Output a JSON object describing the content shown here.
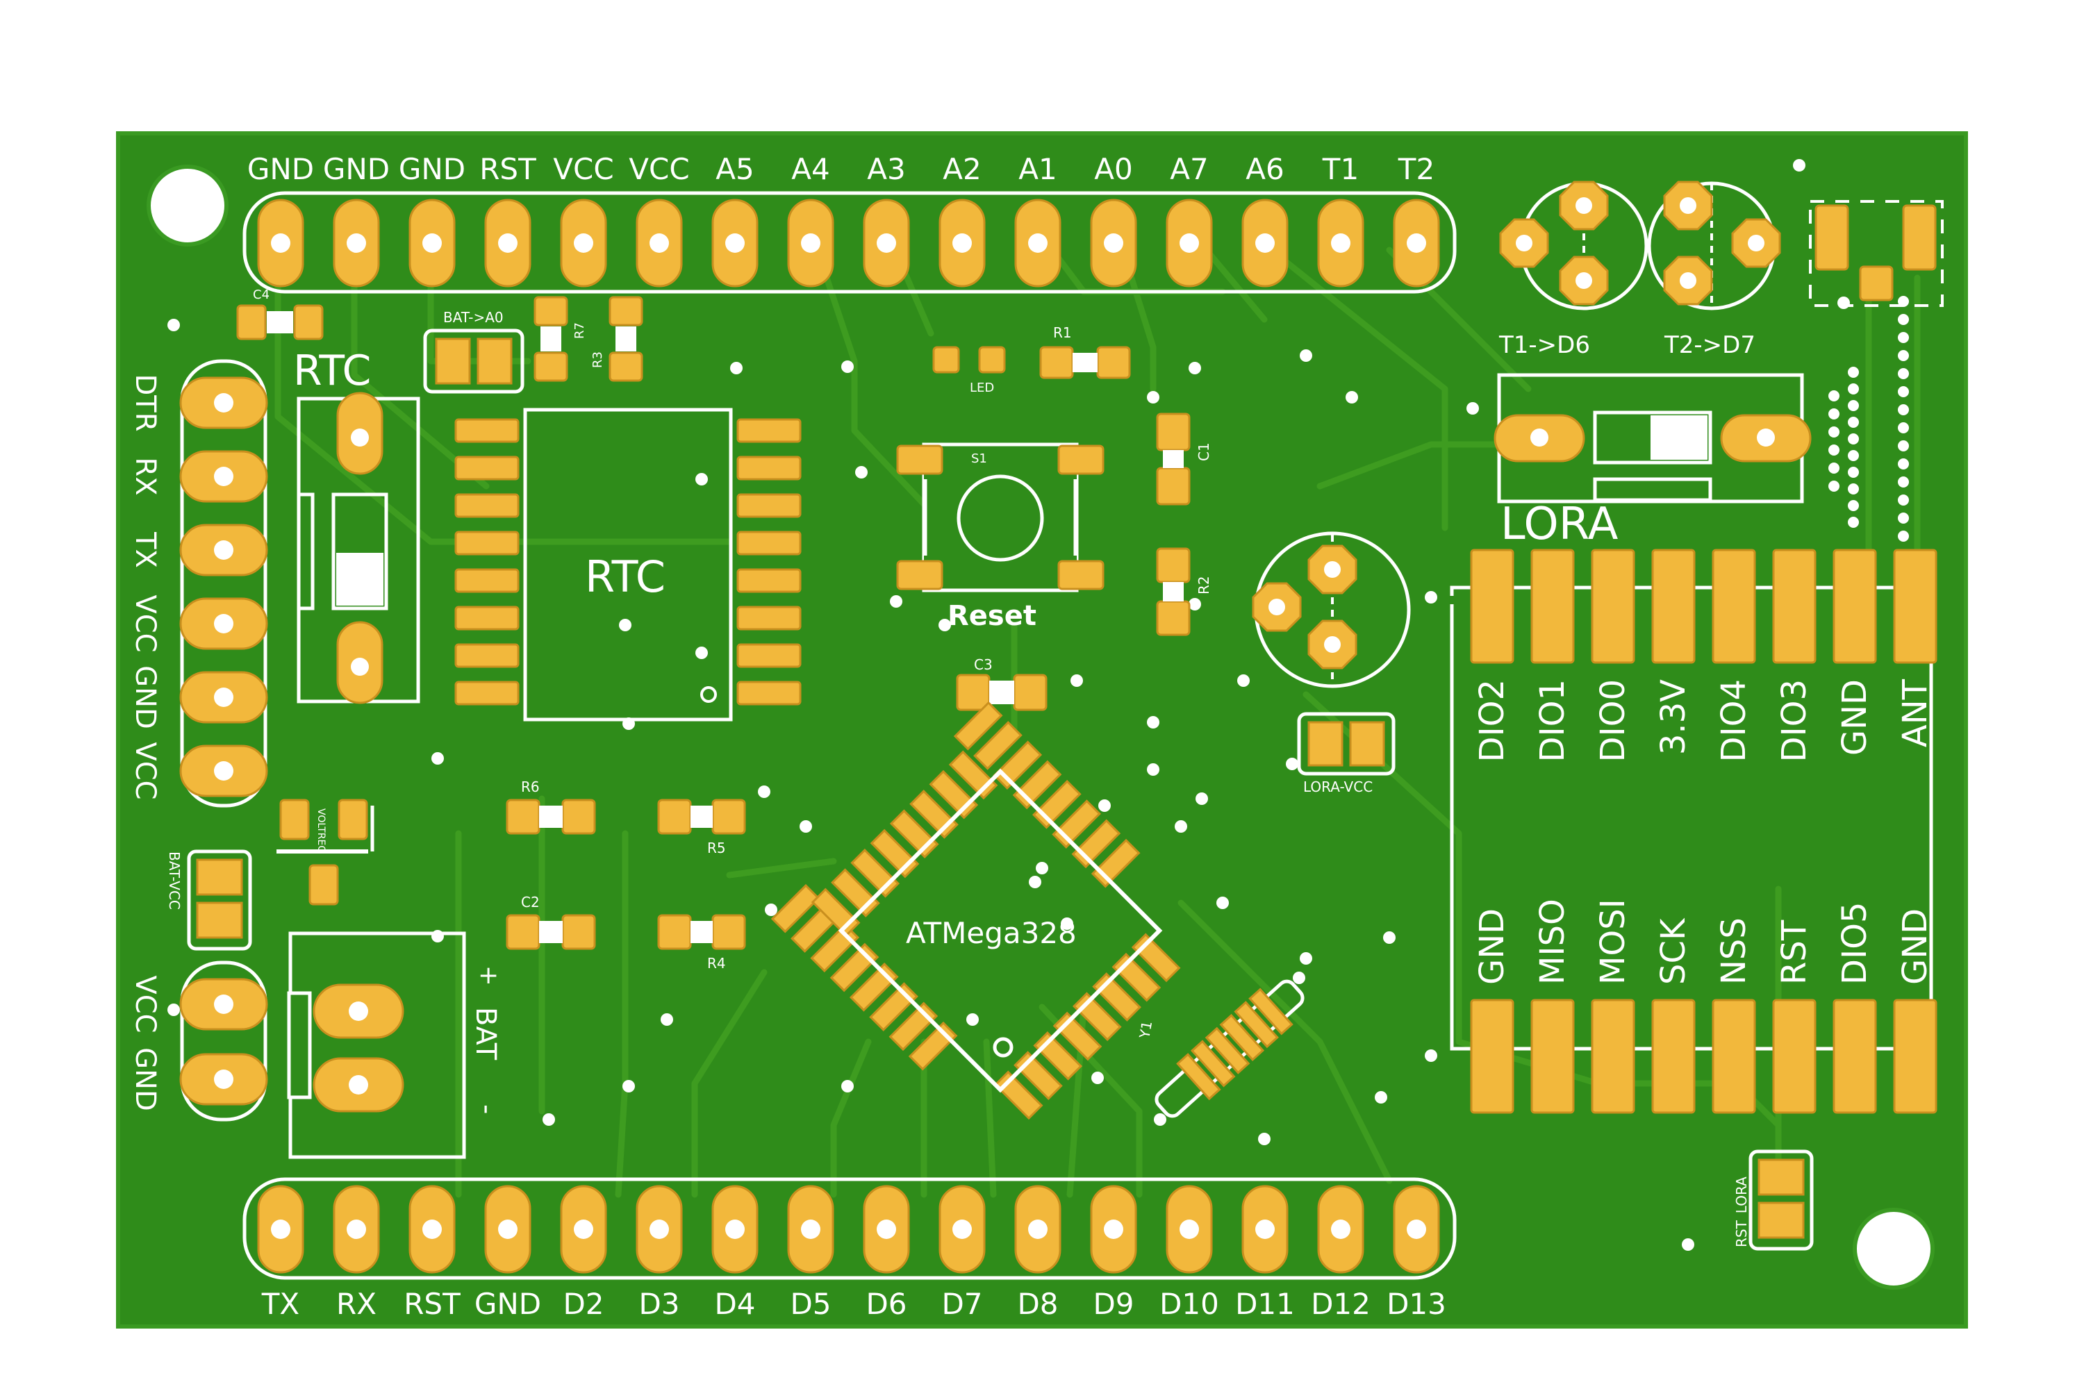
{
  "board": {
    "colors": {
      "background": "#ffffff",
      "board": "#2f8c1a",
      "pad": "#f2b83c",
      "silkscreen": "#ffffff"
    },
    "top_header": [
      "GND",
      "GND",
      "GND",
      "RST",
      "VCC",
      "VCC",
      "A5",
      "A4",
      "A3",
      "A2",
      "A1",
      "A0",
      "A7",
      "A6",
      "T1",
      "T2"
    ],
    "bottom_header": [
      "TX",
      "RX",
      "RST",
      "GND",
      "D2",
      "D3",
      "D4",
      "D5",
      "D6",
      "D7",
      "D8",
      "D9",
      "D10",
      "D11",
      "D12",
      "D13"
    ],
    "left_header": [
      "DTR",
      "RX",
      "TX",
      "VCC",
      "GND",
      "VCC"
    ],
    "power_header": [
      "VCC",
      "GND"
    ],
    "lora_top": [
      "DIO2",
      "DIO1",
      "DIO0",
      "3.3V",
      "DIO4",
      "DIO3",
      "GND",
      "ANT"
    ],
    "lora_bottom": [
      "GND",
      "MISO",
      "MOSI",
      "SCK",
      "NSS",
      "RST",
      "DIO5",
      "GND"
    ],
    "labels": {
      "rtc_battery": "RTC",
      "rtc_chip": "RTC",
      "mcu": "ATMega328",
      "reset": "Reset",
      "lora": "LORA",
      "t1": "T1->D6",
      "t2": "T2->D7",
      "bat_a0": "BAT->A0",
      "lora_vcc": "LORA-VCC",
      "bat_vcc": "BAT-VCC",
      "rst_lora": "RST_LORA",
      "led": "LED",
      "s1": "S1",
      "bat": "BAT",
      "plus": "+",
      "minus": "-",
      "r1": "R1",
      "r2": "R2",
      "r3": "R3",
      "r4": "R4",
      "r5": "R5",
      "r6": "R6",
      "r7": "R7",
      "c1": "C1",
      "c2": "C2",
      "c3": "C3",
      "c4": "C4",
      "voltreg": "VOLTREG",
      "y1": "Y1"
    }
  }
}
